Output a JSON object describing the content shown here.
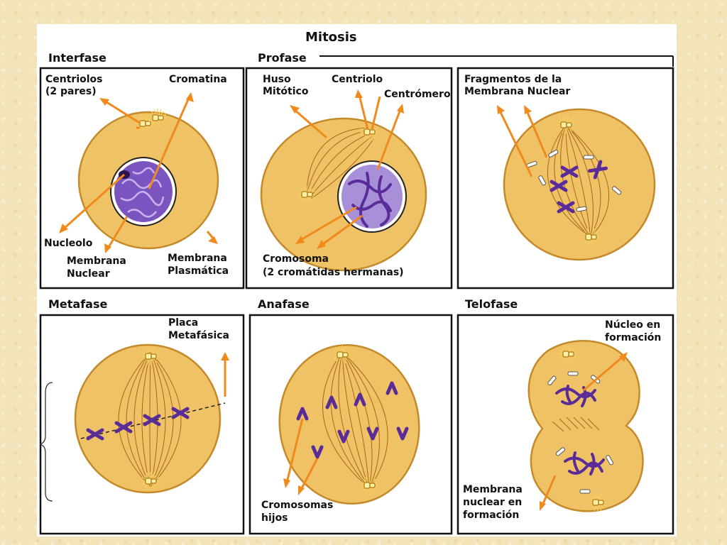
{
  "title": "Mitosis",
  "phases": {
    "interfase": "Interfase",
    "profase": "Profase",
    "metafase": "Metafase",
    "anafase": "Anafase",
    "telofase": "Telofase"
  },
  "labels": {
    "centriolos_1": "Centriolos",
    "centriolos_2": "(2 pares)",
    "cromatina": "Cromatina",
    "nucleolo": "Nucleolo",
    "membrana_nuclear_1": "Membrana",
    "membrana_nuclear_2": "Nuclear",
    "membrana_plasmatica_1": "Membrana",
    "membrana_plasmatica_2": "Plasmática",
    "huso_1": "Huso",
    "huso_2": "Mitótico",
    "centriolo": "Centriolo",
    "centromero": "Centrómero",
    "cromosoma_1": "Cromosoma",
    "cromosoma_2": "(2 cromátidas hermanas)",
    "fragmentos_1": "Fragmentos de la",
    "fragmentos_2": "Membrana Nuclear",
    "placa_1": "Placa",
    "placa_2": "Metafásica",
    "cromosomas_hijos_1": "Cromosomas",
    "cromosomas_hijos_2": "hijos",
    "nucleo_formacion_1": "Núcleo en",
    "nucleo_formacion_2": "formación",
    "membrana_formacion_1": "Membrana",
    "membrana_formacion_2": "nuclear en",
    "membrana_formacion_3": "formación"
  },
  "colors": {
    "cell_fill": "#f0c266",
    "chromatin": "#5a2f9a",
    "arrow": "#f08a1c"
  }
}
